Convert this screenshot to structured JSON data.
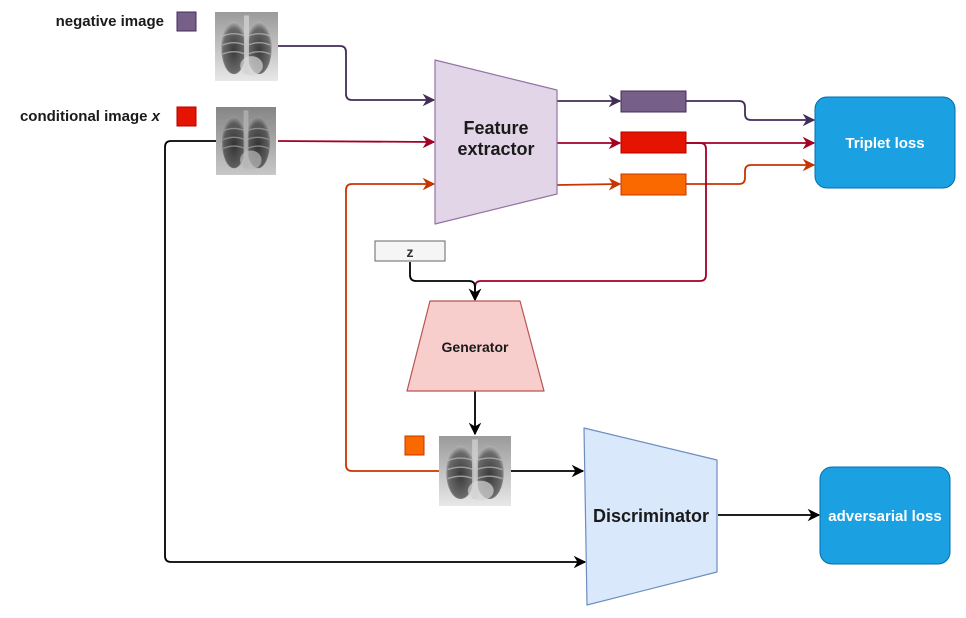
{
  "labels": {
    "negative_image": "negative image",
    "conditional_image": "conditional image ",
    "conditional_image_var": "x",
    "feature_extractor_line1": "Feature",
    "feature_extractor_line2": "extractor",
    "z": "z",
    "generator": "Generator",
    "discriminator": "Discriminator",
    "triplet_loss": "Triplet loss",
    "adversarial_loss": "adversarial loss"
  },
  "colors": {
    "negative": "#76608a",
    "conditional": "#e51400",
    "generated": "#fa6800",
    "negative_line": "#432d57",
    "conditional_line": "#a20025",
    "generated_line": "#c73500",
    "feature_extractor_fill": "#e1d5e7",
    "feature_extractor_stroke": "#9673a6",
    "generator_fill": "#f8cecc",
    "generator_stroke": "#b85450",
    "discriminator_fill": "#dae8fc",
    "discriminator_stroke": "#6c8ebf",
    "loss_fill": "#1ba1e2",
    "loss_stroke": "#006eaf"
  },
  "icons": {
    "negative_xray": "chest-xray-icon",
    "conditional_xray": "chest-xray-icon",
    "generated_xray": "chest-xray-icon"
  }
}
